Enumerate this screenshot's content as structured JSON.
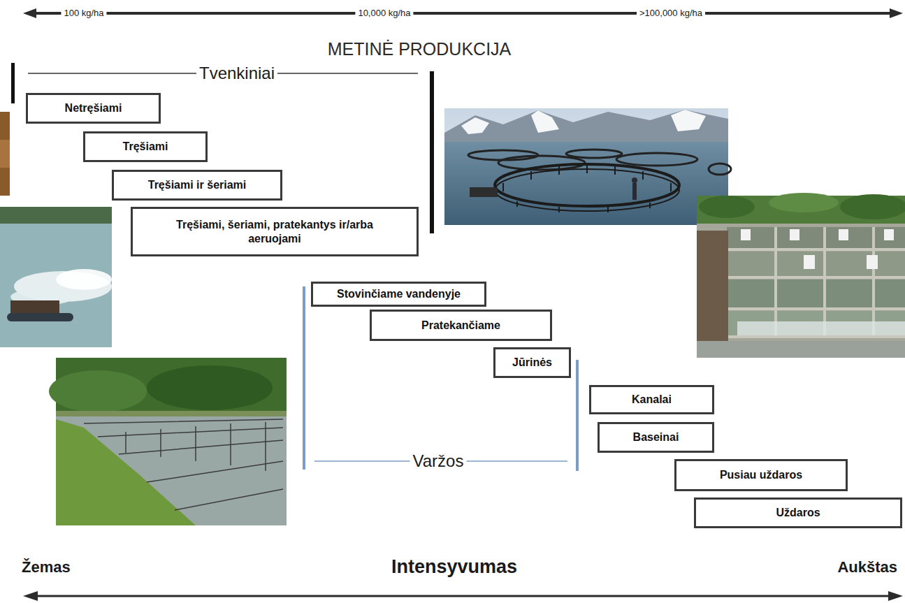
{
  "diagram": {
    "title": "METINĖ PRODUKCIJA",
    "nodes": [
      {
        "text": [
          "Netręšiami"
        ]
      },
      {
        "text": [
          "Tręšiami"
        ]
      },
      {
        "text": [
          "Tręšiami ir šeriami"
        ]
      },
      {
        "text": [
          "Tręšiami, šeriami, pratekantys ir/arba aeruojami"
        ]
      },
      {
        "text": [
          "Stovinčiame vandenyje"
        ]
      },
      {
        "text": [
          "Pratekančiame"
        ]
      },
      {
        "text": [
          "Jūrinės"
        ]
      },
      {
        "text": [
          "Kanalai"
        ]
      },
      {
        "text": [
          "Baseinai"
        ]
      },
      {
        "text": [
          "Pusiau uždaros"
        ]
      },
      {
        "text": [
          "Uždaros"
        ]
      }
    ],
    "labels": [
      "100 kg/ha",
      "10,000 kg/ha",
      ">100,000 kg/ha",
      "Tvenkiniai",
      "Varžos",
      "Žemas",
      "Intensyvumas",
      "Aukštas"
    ]
  }
}
